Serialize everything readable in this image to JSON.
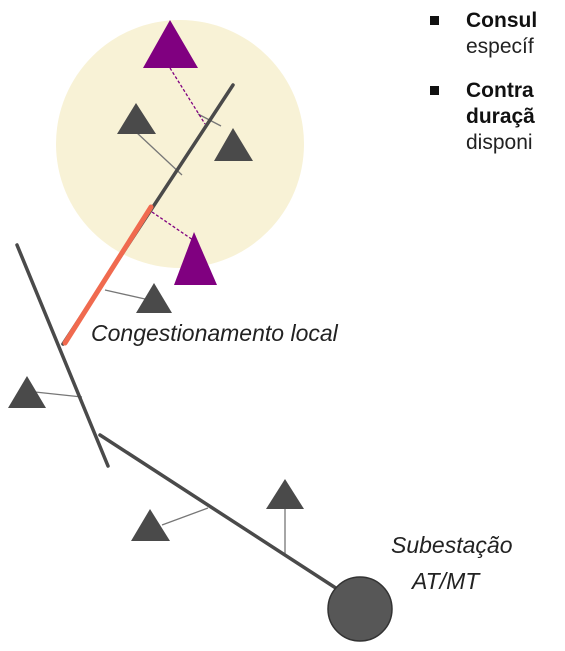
{
  "bullets": [
    {
      "bold": "Consul",
      "text": "específ"
    },
    {
      "bold": "Contra",
      "bold2": "duraçã",
      "text": "disponi"
    }
  ],
  "labels": {
    "congestion": "Congestionamento local",
    "substation_line1": "Subestação",
    "substation_line2": "AT/MT"
  },
  "colors": {
    "zone": "#f8f2d6",
    "line": "#4a4a4a",
    "congested": "#f06a4f",
    "flex_asset": "#800080",
    "asset": "#4a4a4a",
    "substation": "#575757"
  },
  "icons": {
    "bullet": "square-bullet",
    "asset": "triangle-asset",
    "flex_asset": "triangle-flex-asset",
    "substation": "circle-substation"
  }
}
